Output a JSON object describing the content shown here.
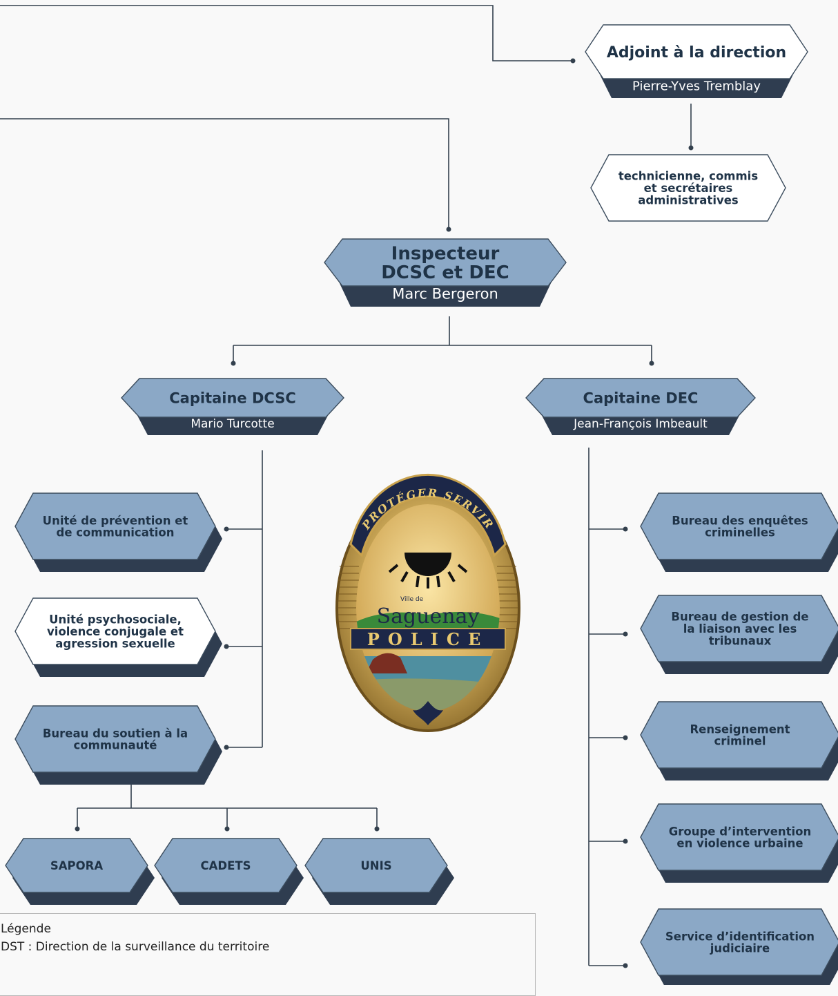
{
  "nodes": {
    "adjoint": {
      "title_lines": [
        "Adjoint à la direction"
      ],
      "name": "Pierre-Yves Tremblay"
    },
    "techniciennes": {
      "title_lines": [
        "technicienne, commis",
        "et secrétaires",
        "administratives"
      ]
    },
    "inspecteur": {
      "title_lines": [
        "Inspecteur",
        "DCSC et DEC"
      ],
      "name": "Marc Bergeron"
    },
    "capitaine_dcsc": {
      "title_lines": [
        "Capitaine DCSC"
      ],
      "name": "Mario Turcotte"
    },
    "capitaine_dec": {
      "title_lines": [
        "Capitaine DEC"
      ],
      "name": "Jean-François Imbeault"
    },
    "prevention": {
      "title_lines": [
        "Unité de prévention et",
        "de communication"
      ]
    },
    "psychosociale": {
      "title_lines": [
        "Unité psychosociale,",
        "violence conjugale et",
        "agression sexuelle"
      ]
    },
    "soutien": {
      "title_lines": [
        "Bureau du soutien à la",
        "communauté"
      ]
    },
    "sapora": {
      "title_lines": [
        "SAPORA"
      ]
    },
    "cadets": {
      "title_lines": [
        "CADETS"
      ]
    },
    "unis": {
      "title_lines": [
        "UNIS"
      ]
    },
    "enquetes": {
      "title_lines": [
        "Bureau des enquêtes",
        "criminelles"
      ]
    },
    "liaison": {
      "title_lines": [
        "Bureau de gestion de",
        "la liaison avec les",
        "tribunaux"
      ]
    },
    "renseignement": {
      "title_lines": [
        "Renseignement",
        "criminel"
      ]
    },
    "violence_urbaine": {
      "title_lines": [
        "Groupe d’intervention",
        "en violence urbaine"
      ]
    },
    "identification": {
      "title_lines": [
        "Service d’identification",
        "judiciaire"
      ]
    }
  },
  "badge": {
    "arc_text": "PROTÉGER SERVIR",
    "ville_de": "Ville de",
    "city": "Saguenay",
    "police": "POLICE"
  },
  "legend": {
    "title": "Légende",
    "line1": "DST : Direction de la surveillance du territoire"
  },
  "colors": {
    "box_fill": "#8ba8c6",
    "box_stroke": "#3c4d5e",
    "name_band": "#2f3d50",
    "white_box": "#ffffff",
    "line": "#33404d"
  }
}
